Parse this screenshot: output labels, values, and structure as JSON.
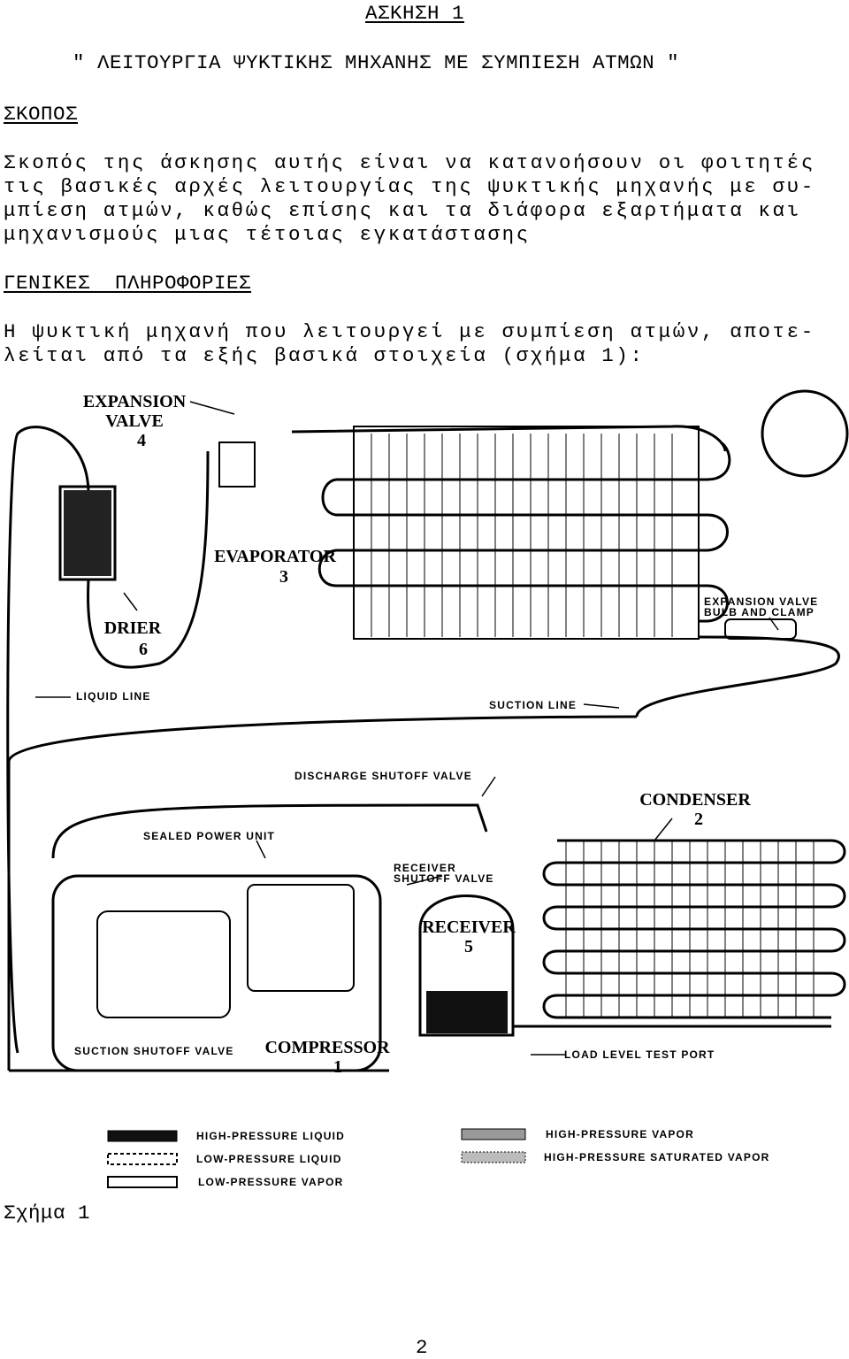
{
  "header": {
    "exercise": "ΑΣΚΗΣΗ 1",
    "title": "\" ΛΕΙΤΟΥΡΓΙΑ ΨΥΚΤΙΚΗΣ ΜΗΧΑΝΗΣ ΜΕ ΣΥΜΠΙΕΣΗ ΑΤΜΩΝ \""
  },
  "purpose": {
    "heading": "ΣΚΟΠΟΣ",
    "lines": [
      "Σκοπός της άσκησης αυτής είναι να κατανοήσουν οι φοιτητές",
      "τις βασικές αρχές λειτουργίας της ψυκτικής μηχανής με συ-",
      "μπίεση ατμών, καθώς επίσης και τα διάφορα εξαρτήματα και",
      "μηχανισμούς μιας τέτοιας εγκατάστασης"
    ]
  },
  "general": {
    "heading": "ΓΕΝΙΚΕΣ  ΠΛΗΡΟΦΟΡΙΕΣ",
    "lines": [
      "Η ψυκτική μηχανή που λειτουργεί με συμπίεση ατμών, αποτε-",
      "λείται από τα εξής βασικά στοιχεία (σχήμα 1):"
    ]
  },
  "figure": {
    "labels": {
      "expansion_valve": "EXPANSION",
      "expansion_valve_2": "VALVE",
      "expansion_valve_num": "4",
      "evaporator": "EVAPORATOR",
      "evaporator_num": "3",
      "drier": "DRIER",
      "drier_num": "6",
      "bulb": "EXPANSION VALVE",
      "bulb_2": "BULB AND CLAMP",
      "liquid_line": "LIQUID LINE",
      "suction_line": "SUCTION LINE",
      "discharge_valve": "DISCHARGE SHUTOFF VALVE",
      "condenser": "CONDENSER",
      "condenser_num": "2",
      "sealed_unit": "SEALED POWER UNIT",
      "receiver_valve": "RECEIVER",
      "receiver_valve_2": "SHUTOFF VALVE",
      "receiver": "RECEIVER",
      "receiver_num": "5",
      "suction_valve": "SUCTION SHUTOFF VALVE",
      "compressor": "COMPRESSOR",
      "compressor_num": "1",
      "test_port": "LOAD LEVEL TEST PORT"
    },
    "legend": [
      "HIGH-PRESSURE LIQUID",
      "LOW-PRESSURE LIQUID",
      "LOW-PRESSURE VAPOR",
      "HIGH-PRESSURE VAPOR",
      "HIGH-PRESSURE SATURATED VAPOR"
    ],
    "caption": "Σχήμα 1"
  },
  "page_number": "2"
}
